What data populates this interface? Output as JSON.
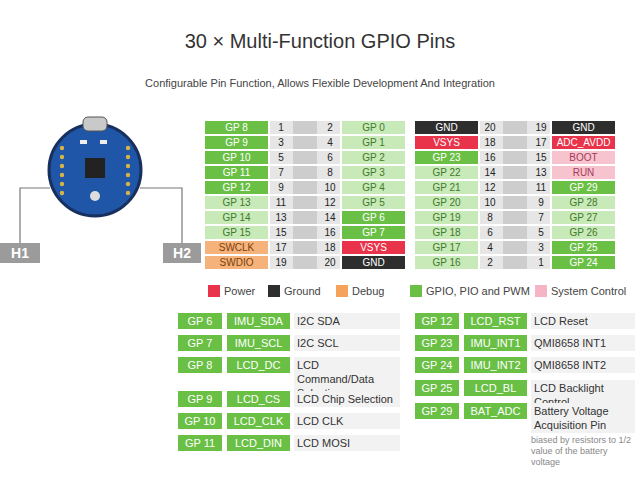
{
  "diagram": {
    "title": "30 × Multi-Function GPIO Pins",
    "nodes": [
      {
        "text": [
          "H1"
        ]
      },
      {
        "text": [
          "H2"
        ]
      },
      {
        "text": [
          "GP 8"
        ]
      },
      {
        "text": [
          "GP 0"
        ]
      },
      {
        "text": [
          "GP 9"
        ]
      },
      {
        "text": [
          "GP 1"
        ]
      },
      {
        "text": [
          "GP 10"
        ]
      },
      {
        "text": [
          "GP 2"
        ]
      },
      {
        "text": [
          "GP 11"
        ]
      },
      {
        "text": [
          "GP 3"
        ]
      },
      {
        "text": [
          "GP 12"
        ]
      },
      {
        "text": [
          "GP 4"
        ]
      },
      {
        "text": [
          "GP 13"
        ]
      },
      {
        "text": [
          "GP 5"
        ]
      },
      {
        "text": [
          "GP 14"
        ]
      },
      {
        "text": [
          "GP 6"
        ]
      },
      {
        "text": [
          "GP 15"
        ]
      },
      {
        "text": [
          "GP 7"
        ]
      },
      {
        "text": [
          "SWCLK"
        ]
      },
      {
        "text": [
          "VSYS"
        ]
      },
      {
        "text": [
          "SWDIO"
        ]
      },
      {
        "text": [
          "GND"
        ]
      },
      {
        "text": [
          "GND"
        ]
      },
      {
        "text": [
          "GND"
        ]
      },
      {
        "text": [
          "VSYS"
        ]
      },
      {
        "text": [
          "ADC_AVDD"
        ]
      },
      {
        "text": [
          "GP 23"
        ]
      },
      {
        "text": [
          "BOOT"
        ]
      },
      {
        "text": [
          "GP 22"
        ]
      },
      {
        "text": [
          "RUN"
        ]
      },
      {
        "text": [
          "GP 21"
        ]
      },
      {
        "text": [
          "GP 29"
        ]
      },
      {
        "text": [
          "GP 20"
        ]
      },
      {
        "text": [
          "GP 28"
        ]
      },
      {
        "text": [
          "GP 19"
        ]
      },
      {
        "text": [
          "GP 27"
        ]
      },
      {
        "text": [
          "GP 18"
        ]
      },
      {
        "text": [
          "GP 26"
        ]
      },
      {
        "text": [
          "GP 17"
        ]
      },
      {
        "text": [
          "GP 25"
        ]
      },
      {
        "text": [
          "GP 16"
        ]
      },
      {
        "text": [
          "GP 24"
        ]
      },
      {
        "text": [
          "GP 6"
        ]
      },
      {
        "text": [
          "IMU_SDA"
        ]
      },
      {
        "text": [
          "GP 7"
        ]
      },
      {
        "text": [
          "IMU_SCL"
        ]
      },
      {
        "text": [
          "GP 8"
        ]
      },
      {
        "text": [
          "LCD_DC"
        ]
      },
      {
        "text": [
          "GP 9"
        ]
      },
      {
        "text": [
          "LCD_CS"
        ]
      },
      {
        "text": [
          "GP 10"
        ]
      },
      {
        "text": [
          "LCD_CLK"
        ]
      },
      {
        "text": [
          "GP 11"
        ]
      },
      {
        "text": [
          "LCD_DIN"
        ]
      },
      {
        "text": [
          "GP 12"
        ]
      },
      {
        "text": [
          "LCD_RST"
        ]
      },
      {
        "text": [
          "GP 23"
        ]
      },
      {
        "text": [
          "IMU_INT1"
        ]
      },
      {
        "text": [
          "GP 24"
        ]
      },
      {
        "text": [
          "IMU_INT2"
        ]
      },
      {
        "text": [
          "GP 25"
        ]
      },
      {
        "text": [
          "LCD_BL"
        ]
      },
      {
        "text": [
          "GP 29"
        ]
      },
      {
        "text": [
          "BAT_ADC"
        ]
      }
    ],
    "labels": [
      "Configurable Pin Function, Allows Flexible Development And Integration",
      "1",
      "2",
      "3",
      "4",
      "5",
      "6",
      "7",
      "8",
      "9",
      "10",
      "11",
      "12",
      "13",
      "14",
      "15",
      "16",
      "17",
      "18",
      "19",
      "20",
      "20",
      "19",
      "18",
      "17",
      "16",
      "15",
      "14",
      "13",
      "12",
      "11",
      "10",
      "9",
      "8",
      "7",
      "6",
      "5",
      "4",
      "3",
      "2",
      "1",
      "I2C SDA",
      "I2C SCL",
      "LCD Command/Data Selection",
      "LCD Chip Selection",
      "LCD CLK",
      "LCD MOSI",
      "LCD Reset",
      "QMI8658 INT1",
      "QMI8658 INT2",
      "LCD Backlight Control",
      "Battery Voltage Acquisition Pin",
      "biased by resistors to 1/2 value of the battery voltage"
    ],
    "legend": [
      {
        "text": "Power",
        "color": "#e8334a"
      },
      {
        "text": "Ground",
        "color": "#2e2e2e"
      },
      {
        "text": "Debug",
        "color": "#f5a35a"
      },
      {
        "text": "GPIO, PIO and PWM",
        "color": "#6abf45"
      },
      {
        "text": "System Control",
        "color": "#f5b5c4"
      }
    ]
  }
}
